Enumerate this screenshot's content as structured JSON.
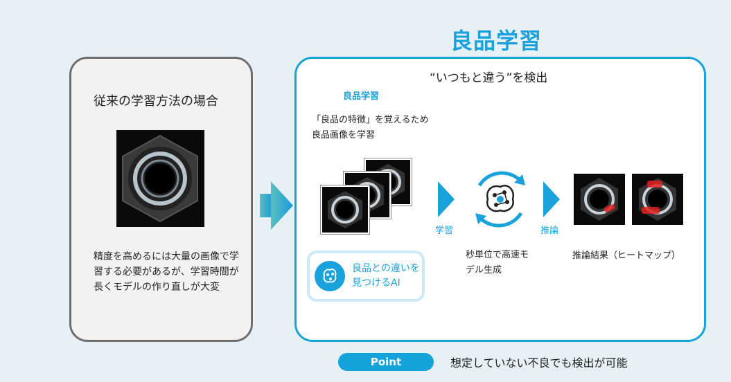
{
  "left": {
    "title": "従来の学習方法の場合",
    "description": "精度を高めるには大量の画像で学習する必要があるが、学習時間が長くモデルの作り直しが大変"
  },
  "right": {
    "main_title": "良品学習",
    "subtitle": "“いつもと違う”を検出",
    "small_heading": "良品学習",
    "learn_description": "「良品の特徴」を覚えるため良品画像を学習",
    "arrow_learn_label": "学習",
    "arrow_infer_label": "推論",
    "ai_box_text": "良品との違いを見つけるAI",
    "brain_description": "秒単位で高速モデル生成",
    "heatmap_label": "推論結果（ヒートマップ）"
  },
  "point": {
    "badge": "Point",
    "text": "想定していない不良でも検出が可能"
  },
  "icons": {
    "big_arrow": "chevron-right-icon",
    "brain": "ai-brain-icon"
  },
  "colors": {
    "accent": "#1aa2dc",
    "left_border": "#6e6e6e",
    "heat": "#e02020"
  }
}
